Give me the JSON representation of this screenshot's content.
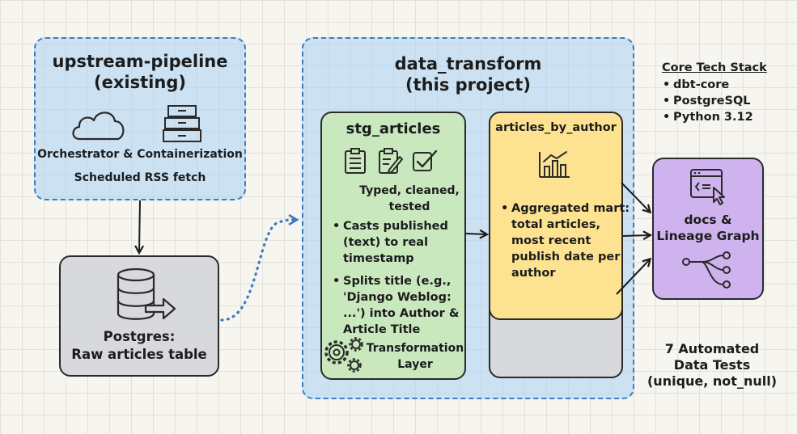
{
  "upstream": {
    "title_line1": "upstream-pipeline",
    "title_line2": "(existing)",
    "line1": "Orchestrator & Containerization",
    "line2": "Scheduled RSS fetch"
  },
  "postgres": {
    "line1": "Postgres:",
    "line2": "Raw articles table"
  },
  "transform": {
    "title_line1": "data_transform",
    "title_line2": "(this project)"
  },
  "stg": {
    "title": "stg_articles",
    "subtitle_line1": "Typed, cleaned,",
    "subtitle_line2": "tested",
    "bullets": [
      "Casts published (text) to real timestamp",
      "Splits title (e.g., 'Django Weblog: ...') into Author & Article Title"
    ],
    "footer_line1": "Transformation",
    "footer_line2": "Layer"
  },
  "mart": {
    "title": "articles_by_author",
    "bullets": [
      "Aggregated mart: total articles, most recent publish date per author"
    ]
  },
  "docs": {
    "line1": "docs &",
    "line2": "Lineage Graph"
  },
  "stack": {
    "title": "Core Tech Stack",
    "items": [
      "dbt-core",
      "PostgreSQL",
      "Python 3.12"
    ]
  },
  "tests": {
    "line1": "7 Automated",
    "line2": "Data Tests",
    "line3": "(unique, not_null)"
  }
}
